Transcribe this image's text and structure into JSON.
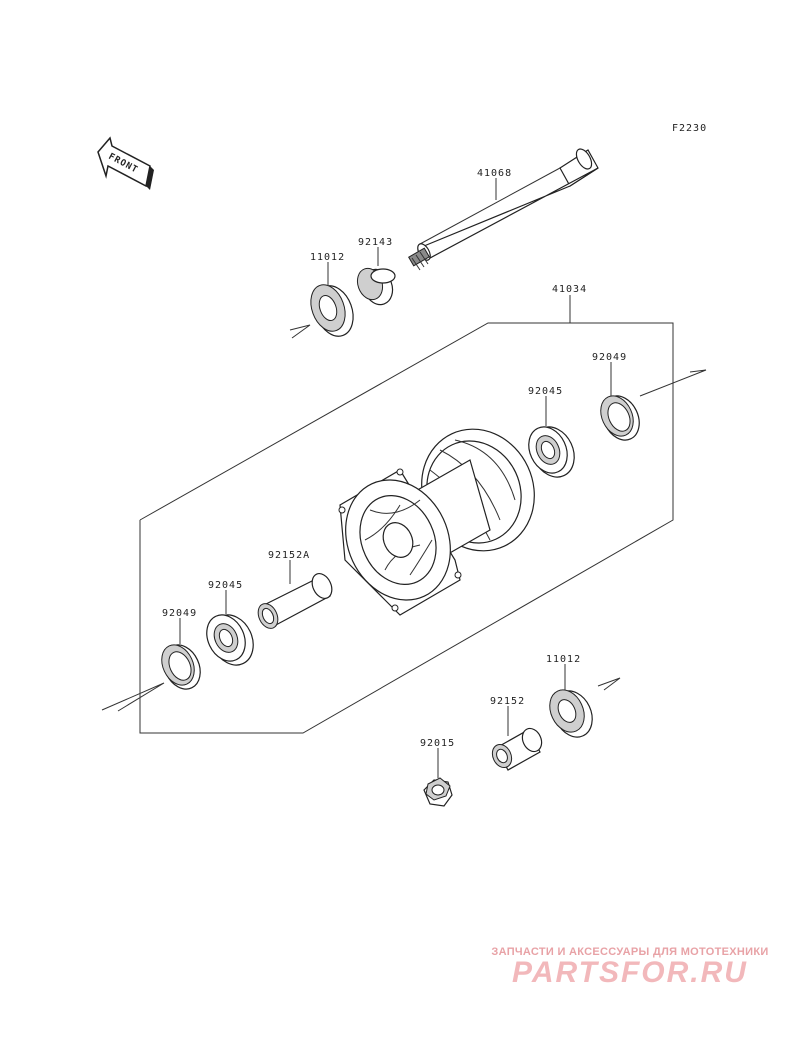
{
  "figure_code": "F2230",
  "front_label": "FRONT",
  "parts": [
    {
      "id": "axle",
      "number": "41068"
    },
    {
      "id": "seal-upper-left",
      "number": "11012"
    },
    {
      "id": "collar-upper",
      "number": "92143"
    },
    {
      "id": "hub-assembly",
      "number": "41034"
    },
    {
      "id": "ring-right",
      "number": "92049"
    },
    {
      "id": "bearing-right",
      "number": "92045"
    },
    {
      "id": "spacer-inner",
      "number": "92152A"
    },
    {
      "id": "bearing-left",
      "number": "92045"
    },
    {
      "id": "ring-left",
      "number": "92049"
    },
    {
      "id": "seal-lower-right",
      "number": "11012"
    },
    {
      "id": "collar-lower",
      "number": "92152"
    },
    {
      "id": "nut",
      "number": "92015"
    }
  ],
  "watermark": {
    "tagline": "ЗАПЧАСТИ И АКСЕССУАРЫ ДЛЯ МОТОТЕХНИКИ",
    "logo": "PARTSFOR.RU"
  }
}
